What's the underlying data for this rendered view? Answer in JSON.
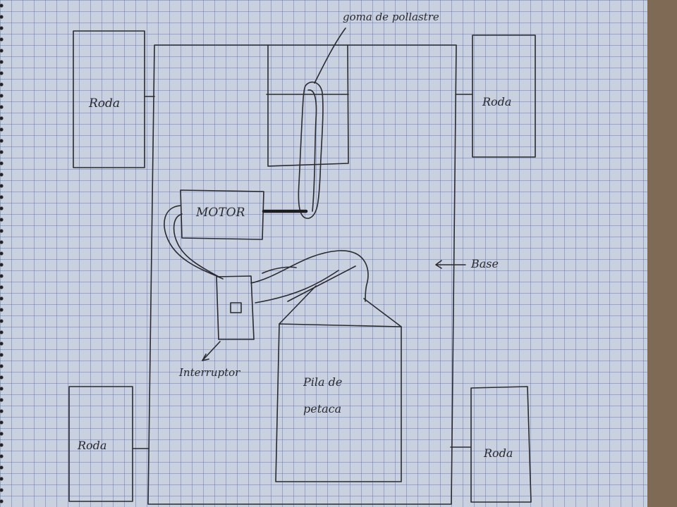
{
  "labels": {
    "wheel": "Roda",
    "motor": "MOTOR",
    "base": "Base",
    "switch": "Interruptor",
    "battery_line1": "Pila de",
    "battery_line2": "petaca",
    "belt": "goma de pollastre"
  },
  "colors": {
    "paper": "#c9d0e0",
    "grid": "#465fa0",
    "ink": "#2a2a30",
    "background": "#7f6a55"
  }
}
